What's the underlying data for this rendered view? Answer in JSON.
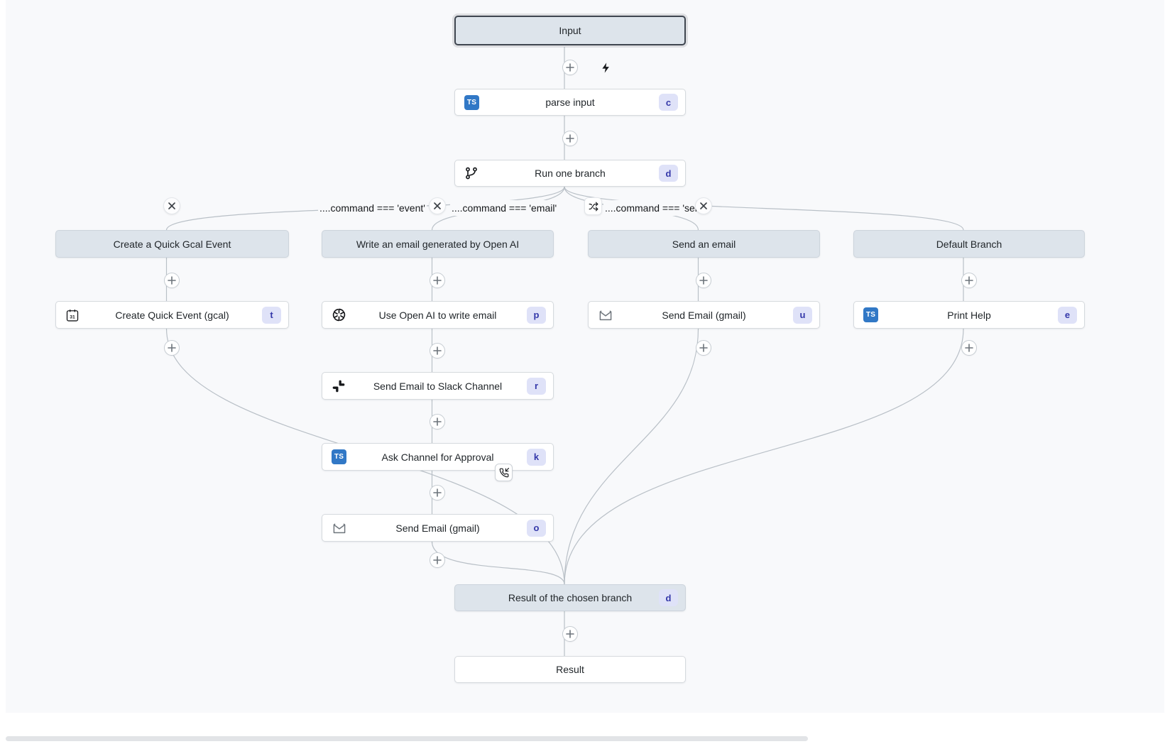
{
  "flow": {
    "input": {
      "label": "Input"
    },
    "parse_input": {
      "label": "parse input",
      "badge": "c",
      "icon": "typescript-icon"
    },
    "run_one_branch": {
      "label": "Run one branch",
      "badge": "d",
      "icon": "git-branch-icon"
    },
    "edge_labels": [
      {
        "text": "....command === 'event'"
      },
      {
        "text": "....command === 'email'"
      },
      {
        "text": "....command === 'send'"
      }
    ],
    "branches": [
      {
        "header": "Create a Quick Gcal Event",
        "steps": [
          {
            "label": "Create Quick Event (gcal)",
            "badge": "t",
            "icon": "calendar-icon"
          }
        ]
      },
      {
        "header": "Write an email generated by Open AI",
        "steps": [
          {
            "label": "Use Open AI to write email",
            "badge": "p",
            "icon": "openai-icon"
          },
          {
            "label": "Send Email to Slack Channel",
            "badge": "r",
            "icon": "slack-icon"
          },
          {
            "label": "Ask Channel for Approval",
            "badge": "k",
            "icon": "typescript-icon"
          },
          {
            "label": "Send Email (gmail)",
            "badge": "o",
            "icon": "gmail-icon"
          }
        ]
      },
      {
        "header": "Send an email",
        "steps": [
          {
            "label": "Send Email (gmail)",
            "badge": "u",
            "icon": "gmail-icon"
          }
        ]
      },
      {
        "header": "Default Branch",
        "steps": [
          {
            "label": "Print Help",
            "badge": "e",
            "icon": "typescript-icon"
          }
        ]
      }
    ],
    "result_of_branch": {
      "label": "Result of the chosen branch",
      "badge": "d"
    },
    "result": {
      "label": "Result"
    }
  },
  "icons": {
    "typescript": "TS",
    "calendar_day": "31"
  },
  "colors": {
    "canvas_bg": "#f8f9fb",
    "header_node_bg": "#dde4eb",
    "node_border": "#d6dade",
    "badge_bg": "#dfe2f8",
    "badge_text": "#3438a9",
    "typescript_blue": "#3178c6",
    "edge": "#b9c0c7"
  }
}
